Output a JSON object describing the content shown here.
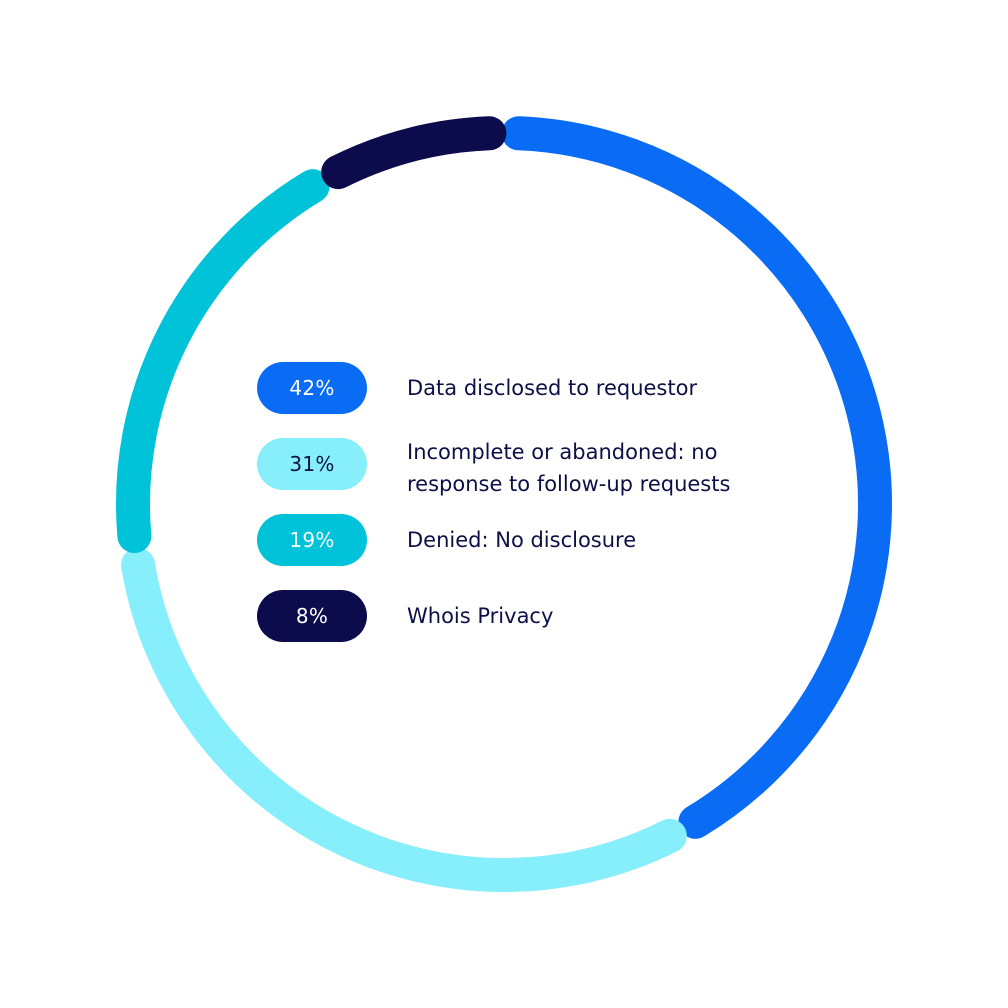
{
  "chart_data": {
    "type": "pie",
    "variant": "donut",
    "slices": [
      {
        "label": "Data disclosed to requestor",
        "value": 42,
        "value_label": "42%",
        "color": "#0a6cf5",
        "text_color": "#ffffff"
      },
      {
        "label": "Incomplete or abandoned: no response to follow-up requests",
        "value": 31,
        "value_label": "31%",
        "color": "#87eefc",
        "text_color": "#0c1046"
      },
      {
        "label": "Denied: No disclosure",
        "value": 19,
        "value_label": "19%",
        "color": "#00c2d8",
        "text_color": "#ffffff"
      },
      {
        "label": "Whois Privacy",
        "value": 8,
        "value_label": "8%",
        "color": "#0c0c4c",
        "text_color": "#ffffff"
      }
    ],
    "legend_placement": "center",
    "start_angle_deg": 0,
    "direction": "clockwise"
  }
}
